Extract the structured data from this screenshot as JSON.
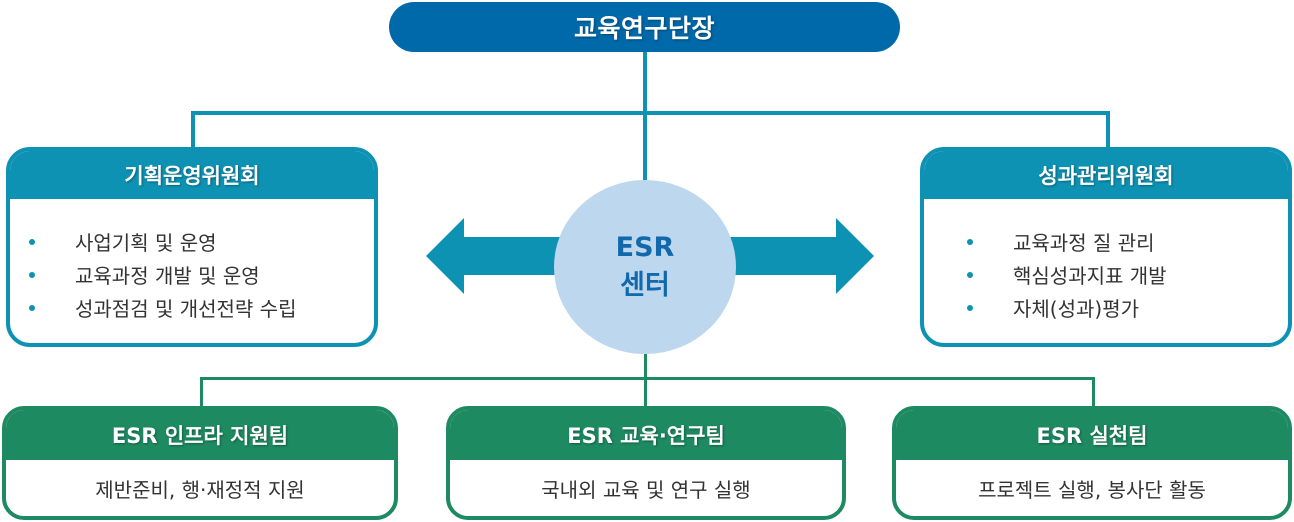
{
  "director": {
    "title": "교육연구단장"
  },
  "center": {
    "line1": "ESR",
    "line2": "센터"
  },
  "committees": [
    {
      "title": "기획운영위원회",
      "items": [
        "사업기획 및 운영",
        "교육과정 개발 및 운영",
        "성과점검 및 개선전략 수립"
      ]
    },
    {
      "title": "성과관리위원회",
      "items": [
        "교육과정 질 관리",
        "핵심성과지표 개발",
        "자체(성과)평가"
      ]
    }
  ],
  "teams": [
    {
      "title": "ESR 인프라 지원팀",
      "description": "제반준비, 행·재정적 지원"
    },
    {
      "title": "ESR 교육·연구팀",
      "description": "국내외 교육 및 연구 실행"
    },
    {
      "title": "ESR 실천팀",
      "description": "프로젝트 실행, 봉사단 활동"
    }
  ],
  "colors": {
    "director": "#0069a9",
    "committee": "#0e92b3",
    "team": "#1e8a62",
    "center": "#bdd7ee",
    "center_text": "#1168ab"
  }
}
